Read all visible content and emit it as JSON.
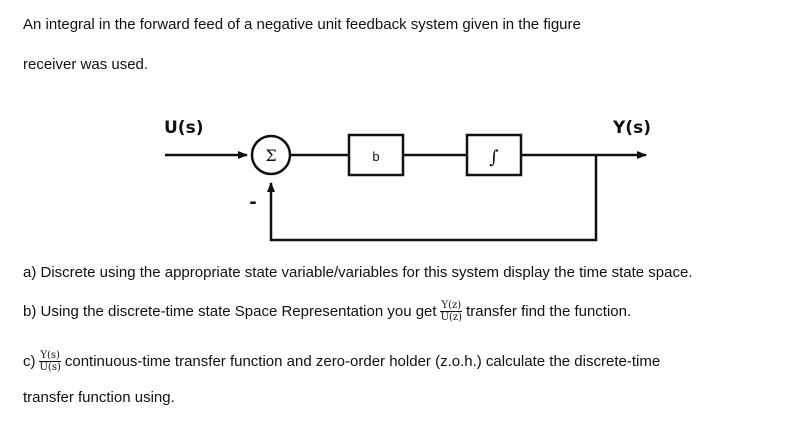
{
  "intro": {
    "line1": "An integral in the forward feed of a negative unit feedback system given in the figure",
    "line2": "receiver was used."
  },
  "diagram": {
    "input_label": "U(s)",
    "output_label": "Y(s)",
    "sum_symbol": "Σ",
    "feedback_sign": "-",
    "gain_block": "b",
    "integrator_block": "∫"
  },
  "questions": {
    "a": "a) Discrete using the appropriate state variable/variables for this system display the time state space.",
    "b_prefix": "b) Using the discrete-time state Space Representation you get",
    "b_frac_num": "Y(z)",
    "b_frac_den": "U(z)",
    "b_suffix": "transfer find the function.",
    "c_prefix": "c)",
    "c_frac_num": "Y(s)",
    "c_frac_den": "U(s)",
    "c_suffix": "continuous-time transfer function and zero-order holder (z.o.h.) calculate the discrete-time",
    "c_line2": "transfer function using."
  }
}
